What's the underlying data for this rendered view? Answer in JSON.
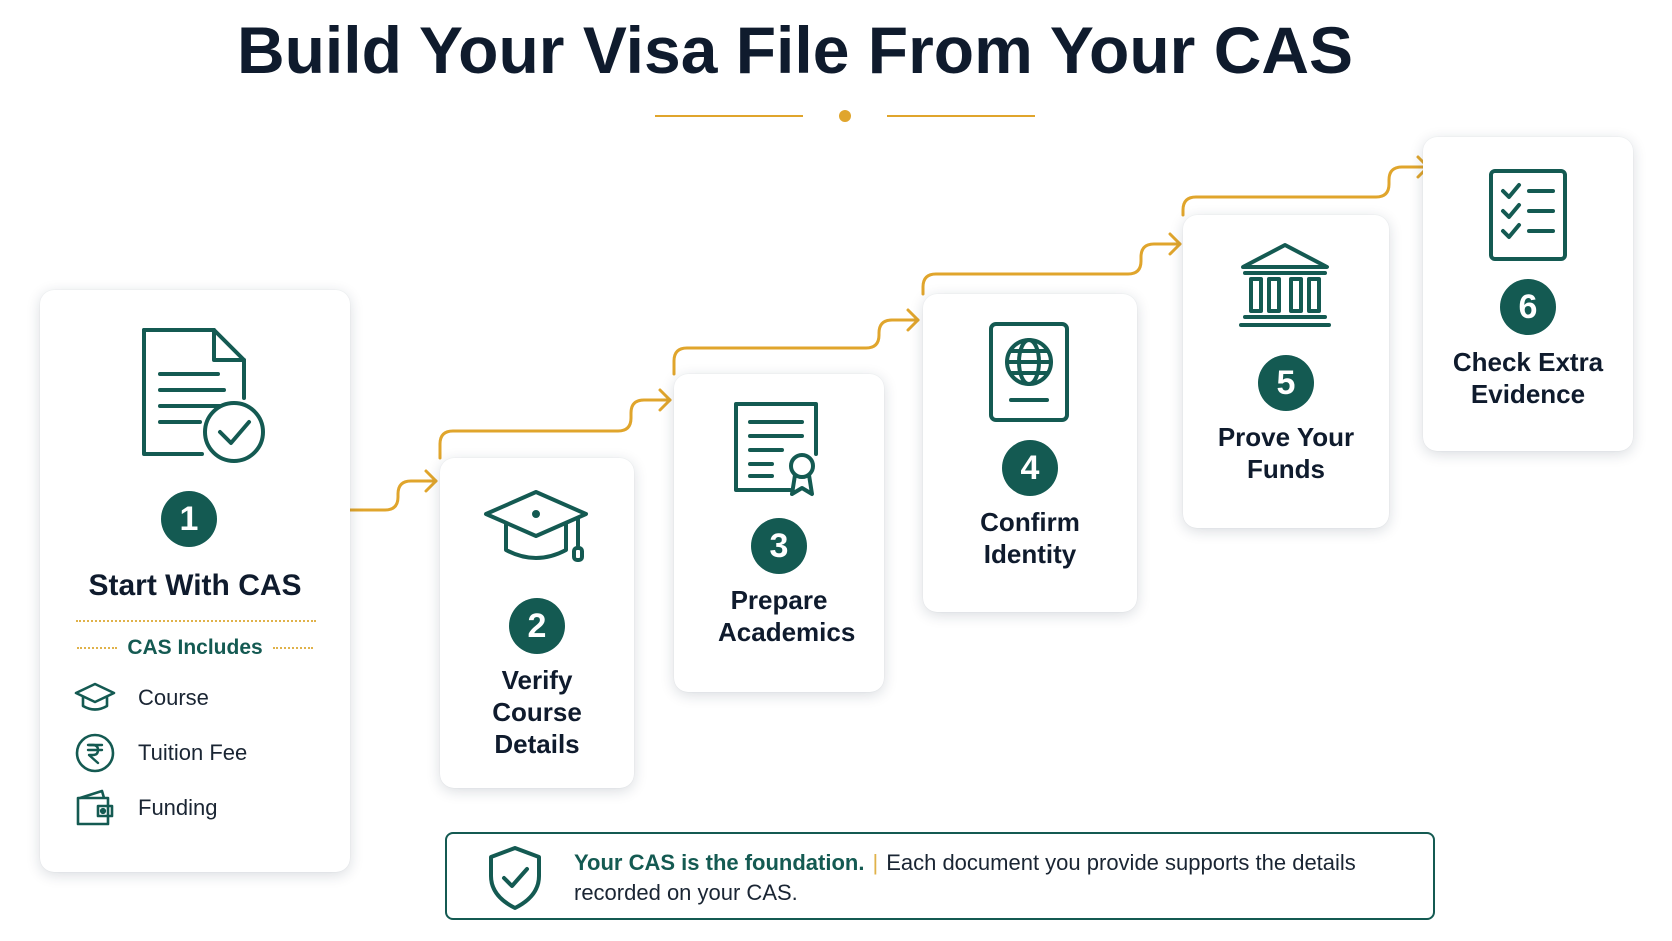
{
  "title": "Build Your Visa File From Your CAS",
  "colors": {
    "teal": "#145a52",
    "gold": "#e0a52c",
    "navy": "#0f1b2d"
  },
  "steps": [
    {
      "number": "1",
      "label": "Start With CAS",
      "icon": "document-check-icon"
    },
    {
      "number": "2",
      "label": "Verify Course Details",
      "icon": "graduation-cap-icon"
    },
    {
      "number": "3",
      "label": "Prepare Academics",
      "icon": "certificate-icon"
    },
    {
      "number": "4",
      "label": "Confirm Identity",
      "icon": "passport-icon"
    },
    {
      "number": "5",
      "label": "Prove Your Funds",
      "icon": "bank-icon"
    },
    {
      "number": "6",
      "label": "Check Extra Evidence",
      "icon": "checklist-icon"
    }
  ],
  "cas_includes": {
    "heading": "CAS Includes",
    "items": [
      {
        "label": "Course",
        "icon": "graduation-cap-icon"
      },
      {
        "label": "Tuition Fee",
        "icon": "rupee-icon"
      },
      {
        "label": "Funding",
        "icon": "wallet-icon"
      }
    ]
  },
  "footer": {
    "strong": "Your CAS is the foundation.",
    "text": "Each document you provide supports the details recorded on your CAS.",
    "icon": "shield-check-icon"
  }
}
